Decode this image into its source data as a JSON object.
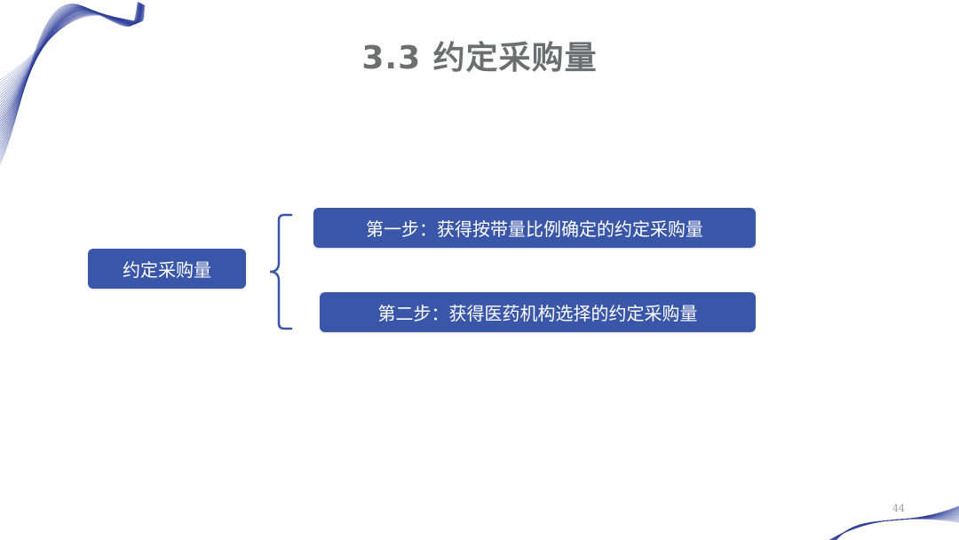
{
  "slide": {
    "title": "3.3 约定采购量",
    "page_number": "44"
  },
  "diagram": {
    "root_label": "约定采购量",
    "steps": [
      {
        "label": "第一步：获得按带量比例确定的约定采购量"
      },
      {
        "label": "第二步：获得医药机构选择的约定采购量"
      }
    ]
  },
  "colors": {
    "box_fill": "#3a56a8",
    "bracket": "#3a56a8",
    "title": "#6b6f6f",
    "decoration": "#2e3f9a"
  }
}
